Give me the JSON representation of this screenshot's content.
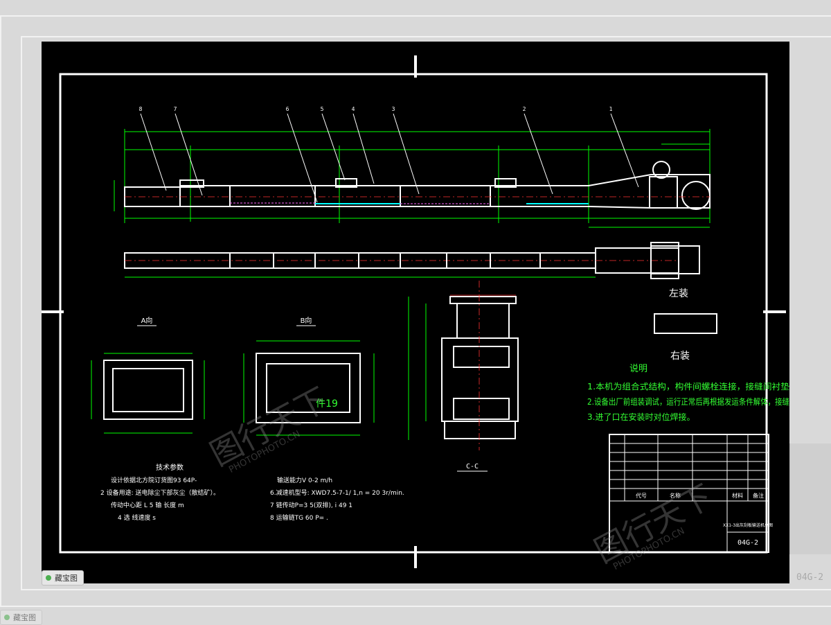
{
  "tab": {
    "label": "藏宝图"
  },
  "ghost_tab": {
    "label": "藏宝图"
  },
  "drawing": {
    "part_numbers": [
      "8",
      "7",
      "6",
      "5",
      "4",
      "3",
      "2",
      "1"
    ],
    "section_a": "A向",
    "section_b": "B向",
    "section_cc": "C-C",
    "left_install": "左装",
    "right_install": "右装",
    "part19": "件19",
    "ghost_code": "04G-2",
    "notes": {
      "title": "说明",
      "lines": [
        "1.本机为组合式结构，构件间螺栓连接，接缝间衬垫",
        "2.设备出厂前组装调试，运行正常后再根据发运条件解体，接缝",
        "3.进了口在安装时对位焊接。"
      ]
    },
    "tech": {
      "title": "技术参数",
      "left": [
        "设计依据北方院订货图93 64P-",
        "2  设备用途:   送电除尘下部灰尘（散结矿）。",
        "传动中心距  L 5      输 长度      m",
        "4   选  线速度          s"
      ],
      "right": [
        "输送能力V  0-2  m/h",
        "6.减速机型号: XWD7.5-7-1/ 1,n = 20 3r/min.",
        "7 链传动P=3   5(双排), i 49 1",
        "8 运输链TG  60  P=   ."
      ]
    },
    "title_block": {
      "col_headers": [
        "代号",
        "名称",
        "材料",
        "备注"
      ],
      "drawing_title": "XX1-3出灰刮板输送机总图",
      "code": "04G-2"
    },
    "watermark": {
      "logo": "图行天下",
      "text": "PHOTOPHOTO.CN"
    }
  },
  "colors": {
    "background": "#000000",
    "frame": "#ffffff",
    "dimension": "#00ff00",
    "text_green": "#33ff33",
    "leader": "#ffffff",
    "hatch_cyan": "#00ffff",
    "centerline": "#ff3333"
  }
}
